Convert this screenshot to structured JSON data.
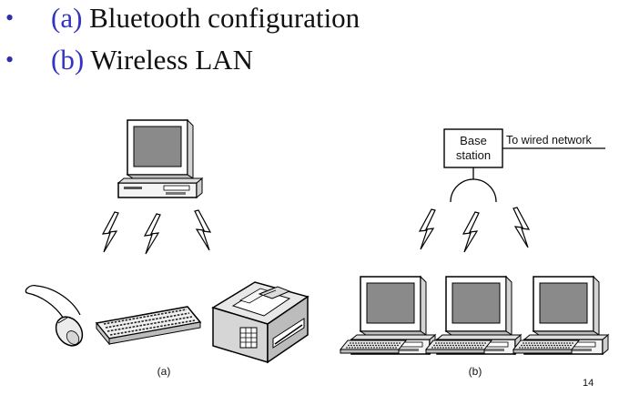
{
  "bullets": [
    {
      "marker": "•",
      "tag": "(a)",
      "text": "Bluetooth configuration"
    },
    {
      "marker": "•",
      "tag": "(b)",
      "text": "Wireless LAN"
    }
  ],
  "diagram_a": {
    "caption": "(a)"
  },
  "diagram_b": {
    "caption": "(b)",
    "base_station": {
      "line1": "Base",
      "line2": "station"
    },
    "wired_label": "To wired network"
  },
  "page_number": "14",
  "colors": {
    "bullet_tag": "#3434c0",
    "bullet_dot": "#2f2fa8",
    "text": "#111111",
    "screen": "#8a8a8a"
  }
}
